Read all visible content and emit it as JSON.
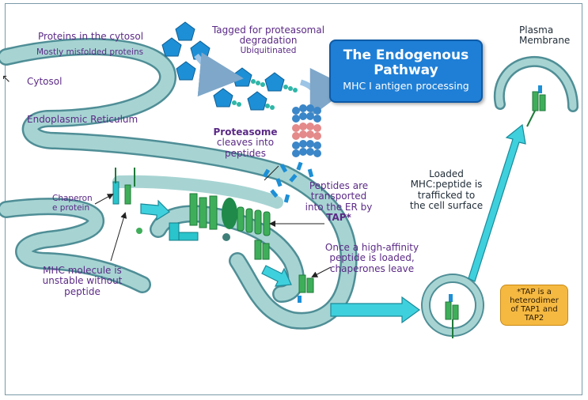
{
  "title": {
    "line1": "The Endogenous",
    "line2": "Pathway",
    "subtitle": "MHC I antigen processing"
  },
  "labels": {
    "proteins_cytosol": "Proteins in the cytosol",
    "misfolded": "Mostly misfolded proteins",
    "cytosol": "Cytosol",
    "er": "Endoplasmic Reticulum",
    "tagged_1": "Tagged for proteasomal",
    "tagged_2": "degradation",
    "ubiquitinated": "Ubiquitinated",
    "proteasome": "Proteasome",
    "cleaves_1": "cleaves into",
    "cleaves_2": "peptides",
    "peptides_1": "Peptides are",
    "peptides_2": "transported",
    "peptides_3": "into the ER by",
    "tap": "TAP*",
    "chaperone_1": "Chaperon",
    "chaperone_2": "e protein",
    "mhc_1": "MHC molecule is",
    "mhc_2": "unstable without",
    "mhc_3": "peptide",
    "once_1": "Once a high-affinity",
    "once_2": "peptide is loaded,",
    "once_3": "chaperones leave",
    "loaded_1": "Loaded",
    "loaded_2": "MHC:peptide is",
    "loaded_3": "trafficked to",
    "loaded_4": "the cell surface",
    "plasma_1": "Plasma",
    "plasma_2": "Membrane"
  },
  "footnote": {
    "line1": "*TAP is a",
    "line2": "heterodimer",
    "line3": "of TAP1 and",
    "line4": "TAP2"
  },
  "colors": {
    "membrane_fill": "#a7d4d3",
    "membrane_stroke": "#4f8e96",
    "protein_blue": "#1d8fd6",
    "arrow_cyan": "#3fd0dd",
    "title_bg": "#1f7fd6",
    "footnote_bg": "#f5b942",
    "label_purple": "#5b2a86"
  }
}
